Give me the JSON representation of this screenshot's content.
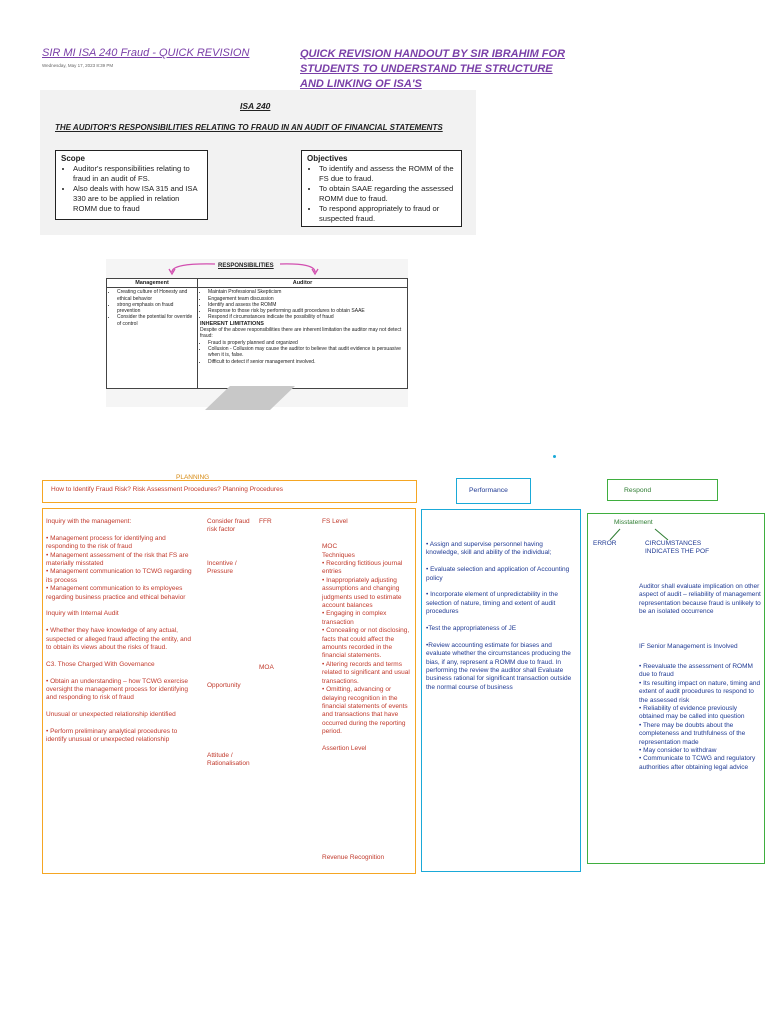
{
  "header": {
    "note_title": "SIR MI ISA 240 Fraud - QUICK REVISION",
    "note_date": "Wednesday, May 17, 2023      8:39 PM",
    "handout": "QUICK REVISION HANDOUT BY SIR IBRAHIM FOR STUDENTS TO UNDERSTAND THE STRUCTURE AND LINKING OF ISA'S"
  },
  "isa": {
    "heading": "ISA 240",
    "subheading": "THE AUDITOR'S RESPONSIBILITIES RELATING TO FRAUD IN AN AUDIT OF FINANCIAL STATEMENTS",
    "scope_title": "Scope",
    "scope_items": [
      "Auditor's responsibilities relating to fraud in an audit of FS.",
      "Also deals with how ISA 315 and ISA 330 are to be applied in relation ROMM due to fraud"
    ],
    "objectives_title": "Objectives",
    "objectives_items": [
      "To identify and assess the ROMM of the FS due to fraud.",
      "To obtain SAAE regarding the assessed ROMM due to fraud.",
      "To respond appropriately to fraud or suspected fraud."
    ]
  },
  "responsibilities": {
    "title": "RESPONSIBILITIES",
    "col_management": "Management",
    "col_auditor": "Auditor",
    "management_items": [
      "Creating culture of Honesty and ethical behavior",
      "strong emphasis on fraud prevention",
      "Consider the potential for override of control"
    ],
    "auditor_items": [
      "Maintain Professional Skepticism",
      "Engagement team discussion",
      "Identify and assess the ROMM",
      "Response to those risk by performing audit procedures to obtain SAAE",
      "Respond if circumstances indicate the possibility of fraud"
    ],
    "limitations_title": "INHERENT LIMITATIONS",
    "limitations_text": "Despite of the above responsibilities there are inherent limitation the auditor may not detect fraud:",
    "limitations_items": [
      "Fraud is properly planned and organized",
      "Collusion - Collusion may cause the auditor to believe that audit evidence is persuasive when it is, false.",
      "Difficult to detect if senior management involved."
    ]
  },
  "planning": {
    "label": "PLANNING",
    "question": "How to Identify Fraud Risk? Risk Assessment Procedures? Planning Procedures",
    "col1": [
      "Inquiry with the management:",
      "",
      "• Management process for identifying and responding to the risk of fraud",
      "• Management assessment of the risk that FS are materially misstated",
      "• Management communication to TCWG regarding its process",
      "• Management communication to its employees regarding business practice and ethical behavior",
      "",
      "Inquiry with Internal Audit",
      "",
      "• Whether they have knowledge of any actual, suspected or alleged fraud affecting the entity, and to obtain its views about the risks of fraud.",
      "",
      "C3. Those Charged With Governance",
      "",
      "• Obtain an understanding – how TCWG exercise oversight the management process for identifying and responding to risk of fraud",
      "",
      "Unusual or unexpected relationship identified",
      "",
      "• Perform preliminary analytical procedures to identify unusual or unexpected relationship"
    ],
    "factor_title": "Consider fraud risk factor",
    "factor_incentive": "Incentive / Pressure",
    "factor_opportunity": "Opportunity",
    "factor_attitude": "Attitude / Rationalisation",
    "ffr": "FFR",
    "moa": "MOA",
    "col3": [
      "FS Level",
      "",
      "",
      "MOC",
      "Techniques",
      "• Recording fictitious journal entries",
      "• Inappropriately adjusting assumptions and changing judgments used to estimate account balances",
      "• Engaging in complex transaction",
      "• Concealing or not disclosing, facts that could affect the amounts recorded in the financial statements.",
      "• Altering records and terms related to significant and usual transactions.",
      "• Omitting, advancing or delaying recognition in the financial statements of events and transactions that have occurred during the reporting period.",
      "",
      "Assertion Level"
    ],
    "revenue": "Revenue Recognition"
  },
  "performance": {
    "label": "Performance",
    "items": [
      "• Assign and supervise personnel having knowledge, skill and ability of the individual;",
      "",
      "• Evaluate selection and application of Accounting policy",
      "",
      "• Incorporate element of unpredictability in the selection of nature, timing and extent of audit procedures",
      "",
      "•Test the appropriateness of JE",
      "",
      "•Review accounting estimate for biases and evaluate whether the circumstances producing the bias, if any, represent a ROMM due to fraud. In performing the review the auditor shall Evaluate business rational for significant transaction outside the normal course of business"
    ]
  },
  "respond": {
    "label": "Respond",
    "misstatement": "Misstatement",
    "error": "ERROR",
    "circumstances": "CIRCUMSTANCES INDICATES THE POF",
    "evaluate": "Auditor shall evaluate implication on other aspect of audit – reliability of management representation because fraud is unlikely to be an isolated occurrence",
    "senior_title": "IF Senior Management is Involved",
    "senior_items": [
      "• Reevaluate the assessment of ROMM due to fraud",
      "• Its resulting impact on nature, timing and extent of audit procedures to respond to the assessed risk",
      "• Reliability of evidence previously obtained may be called into question",
      "• There may be doubts about the completeness and truthfulness of the representation made",
      "• May consider to withdraw",
      "• Communicate to TCWG and regulatory authorities after obtaining legal advice"
    ]
  }
}
